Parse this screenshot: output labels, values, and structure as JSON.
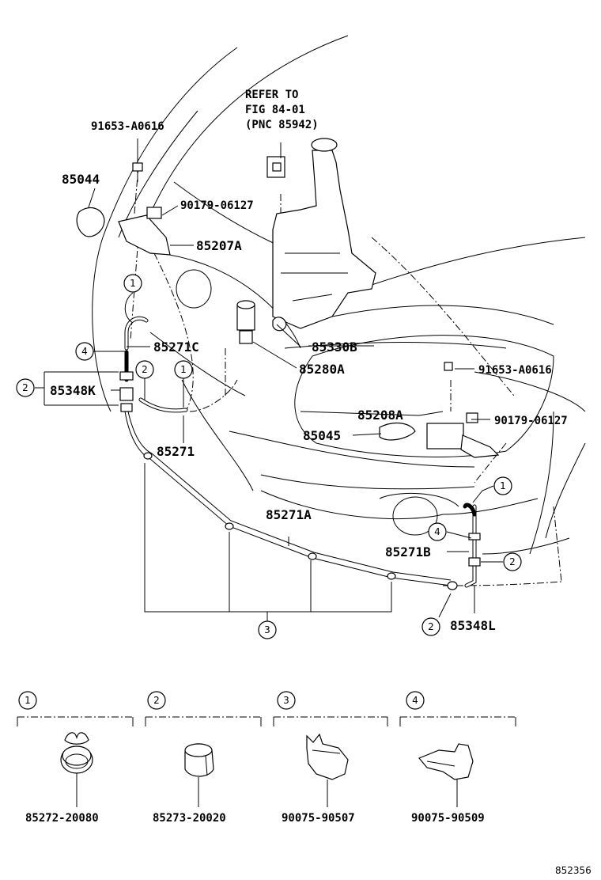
{
  "labels": {
    "refer_line1": "REFER TO",
    "refer_line2": "FIG 84-01",
    "refer_line3": "(PNC 85942)",
    "p91653_top": "91653-A0616",
    "p85044": "85044",
    "p90179_top": "90179-06127",
    "p85207A": "85207A",
    "p85271C": "85271C",
    "p85348K": "85348K",
    "p85330B": "85330B",
    "p85280A": "85280A",
    "p85271": "85271",
    "p91653_right": "91653-A0616",
    "p85208A": "85208A",
    "p90179_right": "90179-06127",
    "p85045": "85045",
    "p85271A": "85271A",
    "p85271B": "85271B",
    "p85348L": "85348L",
    "figure_code": "852356"
  },
  "callouts": {
    "c1": "1",
    "c2": "2",
    "c3": "3",
    "c4": "4"
  },
  "legend": [
    {
      "number": "1",
      "part": "85272-20080"
    },
    {
      "number": "2",
      "part": "85273-20020"
    },
    {
      "number": "3",
      "part": "90075-90507"
    },
    {
      "number": "4",
      "part": "90075-90509"
    }
  ]
}
